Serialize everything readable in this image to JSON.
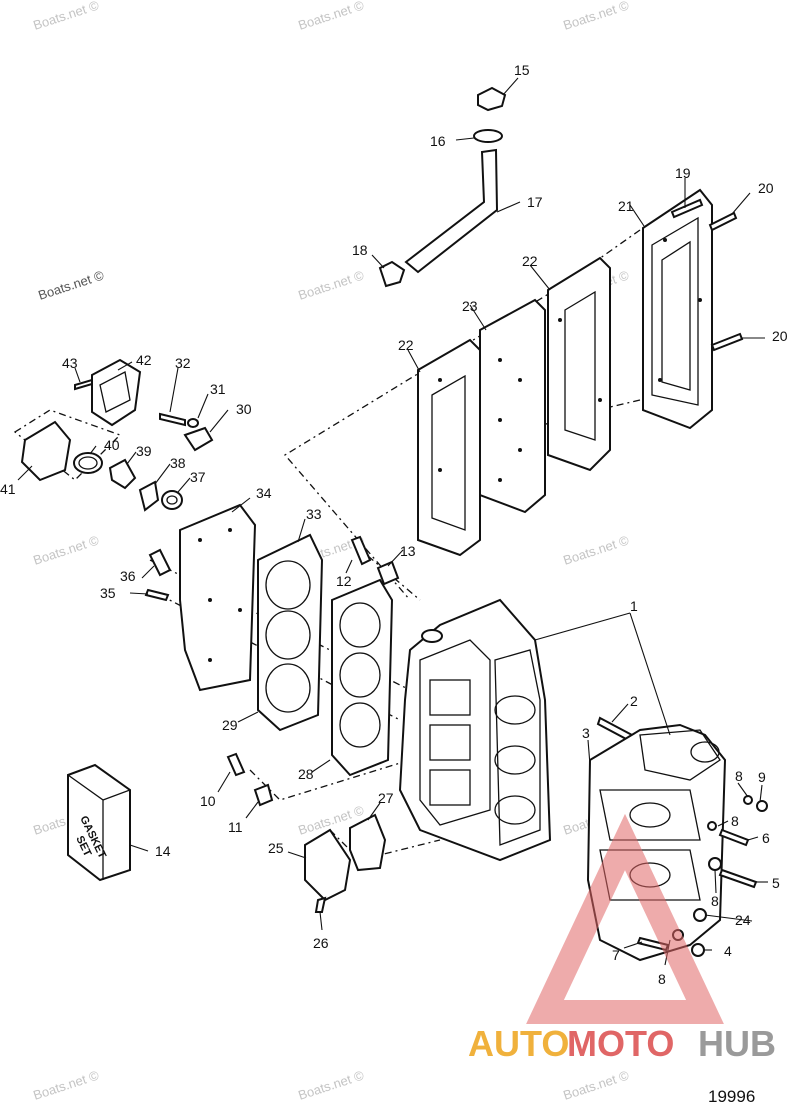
{
  "watermark_text": "Boats.net ©",
  "figure_number": "19996",
  "logo": {
    "part1": "AUTO",
    "part2": "MOTO",
    "part3": "HUB"
  },
  "box_label": {
    "line1": "GASKET",
    "line2": "SET"
  },
  "callouts": [
    "1",
    "2",
    "3",
    "4",
    "5",
    "6",
    "7",
    "8",
    "8",
    "8",
    "8",
    "9",
    "10",
    "11",
    "12",
    "13",
    "14",
    "15",
    "16",
    "17",
    "18",
    "19",
    "20",
    "20",
    "21",
    "22",
    "22",
    "23",
    "24",
    "25",
    "26",
    "27",
    "28",
    "29",
    "30",
    "31",
    "32",
    "33",
    "34",
    "35",
    "36",
    "37",
    "38",
    "39",
    "40",
    "41",
    "42",
    "43"
  ],
  "colors": {
    "line": "#111111",
    "watermark": "#c4c4c4",
    "logo_orange": "#f0b13c",
    "logo_red": "#e06666",
    "logo_gray": "#9a9a9a"
  }
}
